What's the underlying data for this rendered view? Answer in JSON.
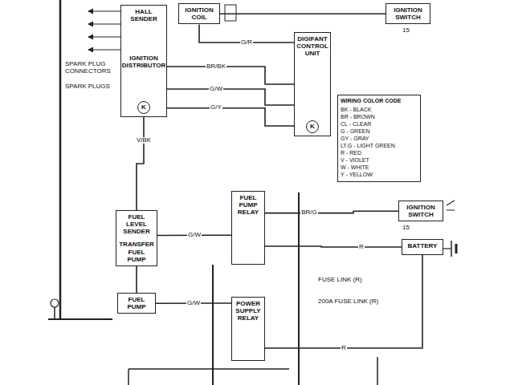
{
  "diagram": {
    "nodes": [
      {
        "text": [
          "IGNITION COIL"
        ]
      },
      {
        "text": [
          "IGNITION SWITCH"
        ]
      },
      {
        "text": [
          "HALL SENDER",
          "IGNITION DISTRIBUTOR"
        ]
      },
      {
        "text": [
          "K"
        ],
        "in": 2
      },
      {
        "text": [
          "DIGIFANT CONTROL UNIT"
        ]
      },
      {
        "text": [
          "K"
        ],
        "in": 4
      },
      {
        "text": [
          "WIRING COLOR CODE",
          "BK - BLACK",
          "BR - BROWN",
          "CL - CLEAR",
          "G - GREEN",
          "GY - GRAY",
          "LT.G - LIGHT GREEN",
          "R - RED",
          "V - VIOLET",
          "W - WHITE",
          "Y - YELLOW"
        ]
      },
      {
        "text": [
          "IGNITION SWITCH"
        ]
      },
      {
        "text": [
          "BATTERY"
        ]
      },
      {
        "text": [
          "FUEL PUMP RELAY"
        ]
      },
      {
        "text": [
          "FUEL LEVEL SENDER",
          "TRANSFER FUEL PUMP"
        ]
      },
      {
        "text": [
          "FUEL PUMP"
        ]
      },
      {
        "text": [
          "POWER SUPPLY RELAY"
        ]
      }
    ],
    "edges": [
      {
        "from": 2,
        "to": 4,
        "label": "BR/BK",
        "arrow": "none"
      },
      {
        "from": 2,
        "to": 4,
        "label": "G/W",
        "arrow": "none"
      },
      {
        "from": 2,
        "to": 4,
        "label": "G/Y",
        "arrow": "none"
      },
      {
        "from": 0,
        "to": 4,
        "label": "G/R",
        "arrow": "none"
      },
      {
        "from": 1,
        "to": 0,
        "arrow": "none"
      },
      {
        "from": 7,
        "to": 9,
        "label": "BR/G",
        "arrow": "none"
      },
      {
        "from": 8,
        "to": 9,
        "label": "R",
        "arrow": "none"
      },
      {
        "from": 9,
        "to": 10,
        "label": "G/W",
        "arrow": "none"
      },
      {
        "from": 10,
        "to": 11,
        "arrow": "none"
      },
      {
        "from": 12,
        "to": 11,
        "label": "G/W",
        "arrow": "none"
      },
      {
        "from": 8,
        "to": 12,
        "label": "R",
        "arrow": "none"
      },
      {
        "from": 2,
        "to": 10,
        "label": "V/BK",
        "arrow": "none"
      }
    ],
    "labels": [
      "SPARK PLUG CONNECTORS",
      "SPARK PLUGS",
      "15",
      "15",
      "FUSE LINK (R)",
      "200A FUSE LINK (R)"
    ]
  }
}
